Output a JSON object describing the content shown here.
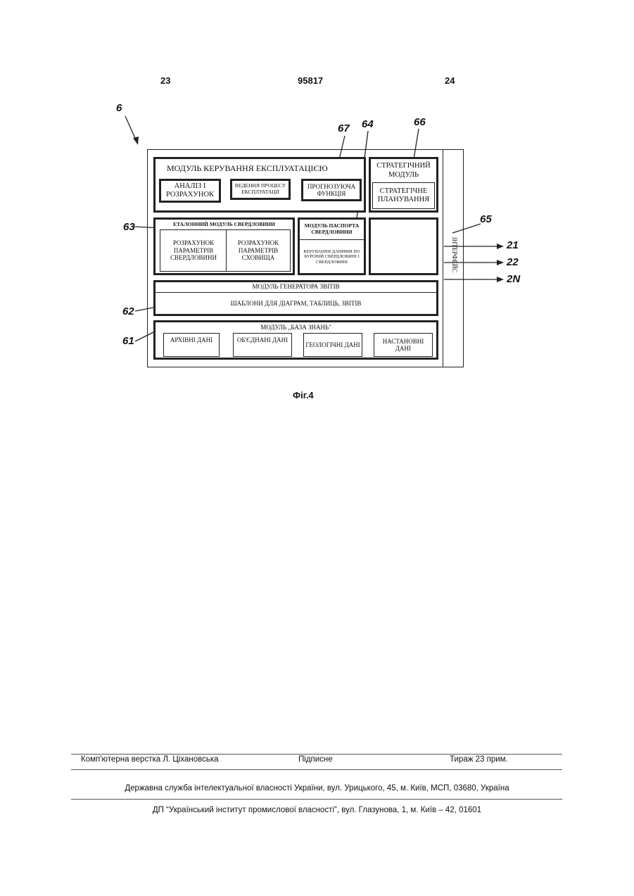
{
  "header": {
    "left": "23",
    "center": "95817",
    "right": "24"
  },
  "figure": {
    "caption": "Фіг.4",
    "ref_labels": {
      "r6": "6",
      "r67": "67",
      "r64": "64",
      "r66": "66",
      "r65": "65",
      "r63": "63",
      "r62": "62",
      "r61": "61"
    },
    "outputs": [
      "21",
      "22",
      "2N"
    ],
    "interface_label": "ІНТЕРФЕЙС",
    "exploitation": {
      "title": "МОДУЛЬ КЕРУВАННЯ ЕКСПЛУАТАЦІЄЮ",
      "analysis": "АНАЛІЗ І РОЗРАХУНОК",
      "process": "ВЕДЕННЯ ПРОЦЕСУ ЕКСПЛУАТАЦІЇ",
      "forecast": "ПРОГНОЗУЮЧА ФУНКЦІЯ"
    },
    "strategic": {
      "title": "СТРАТЕГІЧНИЙ МОДУЛЬ",
      "planning": "СТРАТЕГІЧНЕ ПЛАНУВАННЯ"
    },
    "reference": {
      "title": "ЕТАЛОННИЙ МОДУЛЬ СВЕРДЛОВИНИ",
      "well_params": "РОЗРАХУНОК ПАРАМЕТРІВ СВЕРДЛОВИНИ",
      "storage_params": "РОЗРАХУНОК ПАРАМЕТРІВ СХОВИЩА"
    },
    "passport": {
      "title": "МОДУЛЬ ПАСПОРТА СВЕРДЛОВИНИ",
      "data_mgmt": "КЕРУВАННЯ ДАНИМИ ПО БУРОВІЙ СВЕРДЛОВИНІ І СВЕРДЛОВИНІ"
    },
    "reports": {
      "title": "МОДУЛЬ ГЕНЕРАТОРА ЗВІТІВ",
      "templates": "ШАБЛОНИ ДЛЯ ДІАГРАМ, ТАБЛИЦЬ, ЗВІТІВ"
    },
    "knowledge": {
      "title": "МОДУЛЬ „БАЗА ЗНАНЬ\"",
      "archive": "АРХІВНІ ДАНІ",
      "combined": "ОБ'ЄДНАНІ ДАНІ",
      "geology": "ГЕОЛОГІЧНІ ДАНІ",
      "settings": "НАСТАНОВНІ ДАНІ"
    }
  },
  "footer": {
    "layout": "Комп'ютерна верстка Л. Ціхановська",
    "signed": "Підписне",
    "circulation": "Тираж 23 прим.",
    "service": "Державна служба інтелектуальної власності України, вул. Урицького, 45, м. Київ, МСП, 03680, Україна",
    "institute": "ДП “Український інститут промислової власності”, вул. Глазунова, 1, м. Київ – 42, 01601"
  }
}
